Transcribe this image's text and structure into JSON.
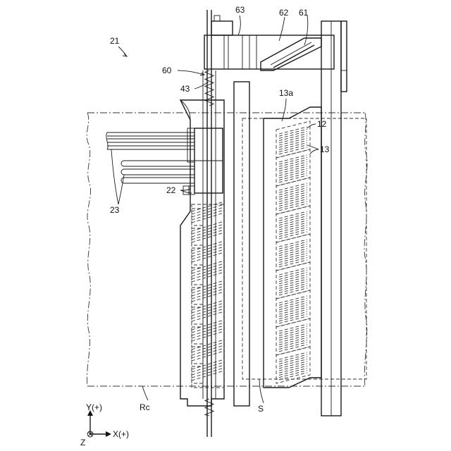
{
  "labels": {
    "n21": "21",
    "n60": "60",
    "n63": "63",
    "n62": "62",
    "n61": "61",
    "n43": "43",
    "n13a": "13a",
    "n12": "12",
    "n13": "13",
    "n22": "22",
    "n23": "23",
    "rc": "Rc",
    "s": "S"
  },
  "axes": {
    "y": "Y(+)",
    "x": "X(+)",
    "z": "Z"
  }
}
